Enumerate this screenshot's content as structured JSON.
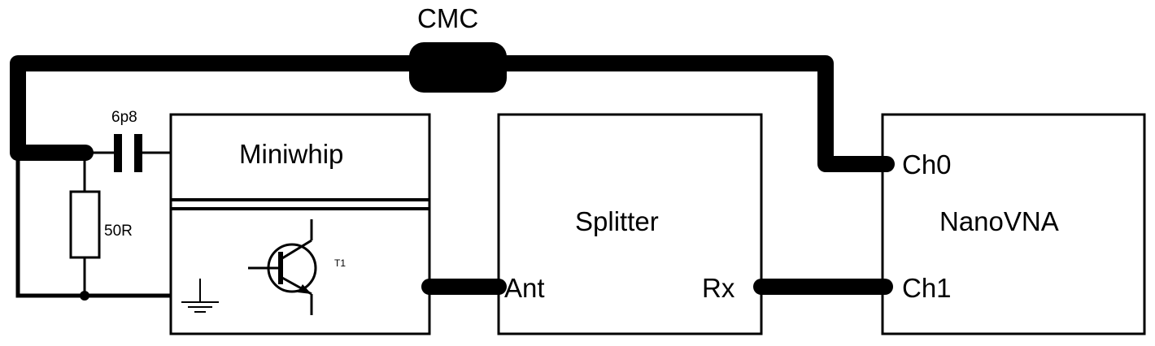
{
  "diagram": {
    "cable_label": "CMC",
    "capacitor_label": "6p8",
    "resistor_label": "50R",
    "transistor_label": "T1",
    "miniwhip": {
      "title": "Miniwhip"
    },
    "splitter": {
      "title": "Splitter",
      "port_ant": "Ant",
      "port_rx": "Rx"
    },
    "nanovna": {
      "title": "NanoVNA",
      "port_ch0": "Ch0",
      "port_ch1": "Ch1"
    }
  },
  "colors": {
    "line": "#000000",
    "background": "#ffffff"
  }
}
